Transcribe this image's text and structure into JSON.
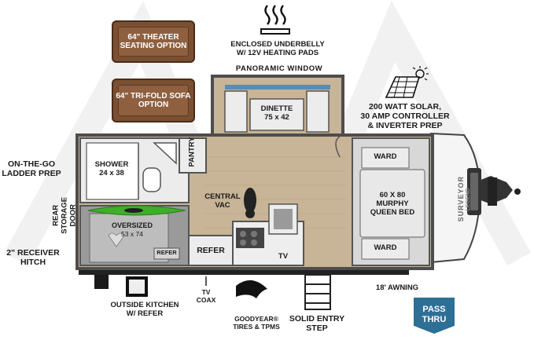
{
  "sofa_options": {
    "theater_label": "64\" THEATER\nSEATING OPTION",
    "trifold_label": "64\" TRI-FOLD SOFA\nOPTION"
  },
  "features": {
    "underbelly": "ENCLOSED UNDERBELLY\nW/ 12V HEATING PADS",
    "panoramic_window": "PANORAMIC WINDOW",
    "solar": "200 WATT SOLAR,\n30 AMP CONTROLLER\n& INVERTER PREP",
    "ladder": "ON-THE-GO\nLADDER PREP",
    "rear_storage": "REAR STORAGE\nDOOR",
    "receiver_hitch": "2\" RECEIVER\nHITCH",
    "outside_kitchen": "OUTSIDE KITCHEN\nW/ REFER",
    "tv_coax": "TV\nCOAX",
    "tires": "GOODYEAR®\nTIRES & TPMS",
    "entry_step": "SOLID ENTRY\nSTEP",
    "awning": "18' AWNING",
    "pass_thru": "PASS\nTHRU"
  },
  "rooms": {
    "dinette": "DINETTE\n75 x 42",
    "shower": "SHOWER\n24 x 38",
    "pantry": "PANTRY",
    "central_vac": "CENTRAL\nVAC",
    "bed": "60 X 80\nMURPHY\nQUEEN BED",
    "ward_top": "WARD",
    "ward_bottom": "WARD",
    "oversized": "OVERSIZED",
    "oversized_dims": "53 x 74",
    "refer_small": "REFER",
    "refer": "REFER",
    "tv": "TV"
  },
  "brand": {
    "model_name": "SURVEYOR",
    "model_sub": "LEGEND"
  },
  "colors": {
    "floor": "#c8b496",
    "wall": "#4d4d4d",
    "sofa": "#7a4f32",
    "badge": "#2e6f96",
    "kayak": "#3fae2a"
  }
}
